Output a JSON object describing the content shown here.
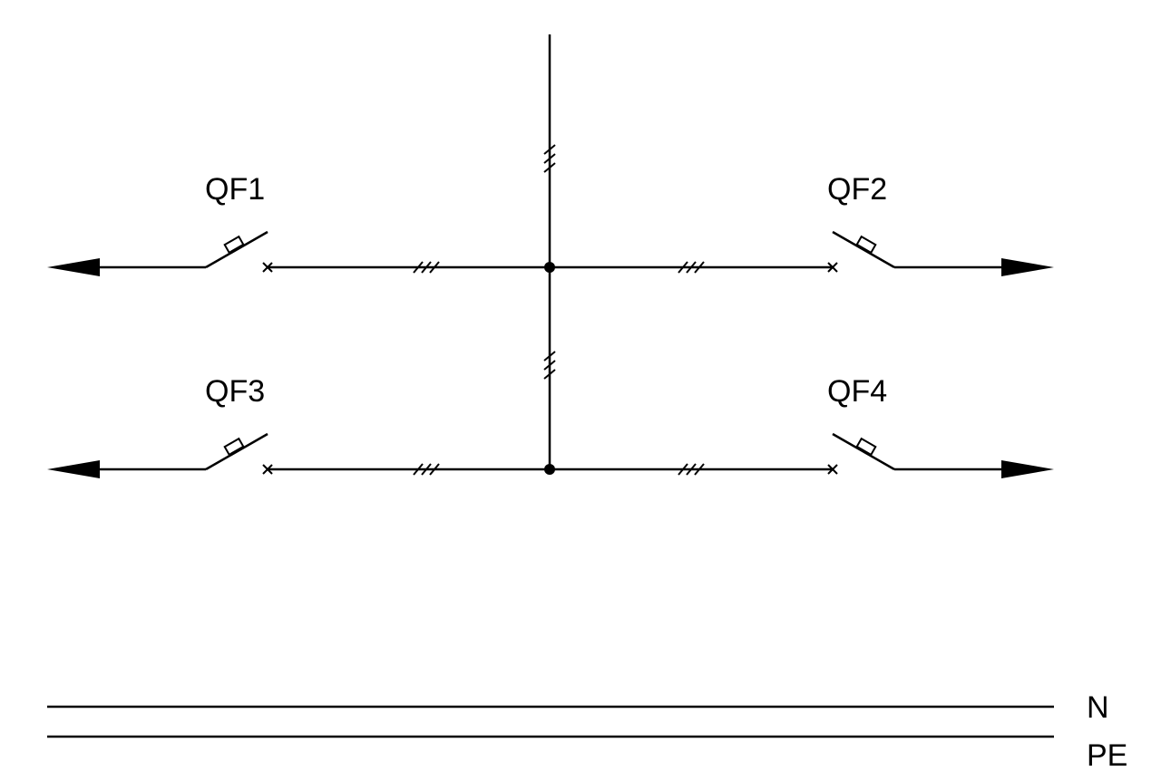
{
  "diagram": {
    "breakers": [
      {
        "id": "QF1",
        "label": "QF1",
        "side": "left",
        "row": "upper"
      },
      {
        "id": "QF2",
        "label": "QF2",
        "side": "right",
        "row": "upper"
      },
      {
        "id": "QF3",
        "label": "QF3",
        "side": "left",
        "row": "lower"
      },
      {
        "id": "QF4",
        "label": "QF4",
        "side": "right",
        "row": "lower"
      }
    ],
    "buses": [
      {
        "id": "N",
        "label": "N"
      },
      {
        "id": "PE",
        "label": "PE"
      }
    ],
    "colors": {
      "line": "#000000",
      "background": "#ffffff"
    }
  }
}
